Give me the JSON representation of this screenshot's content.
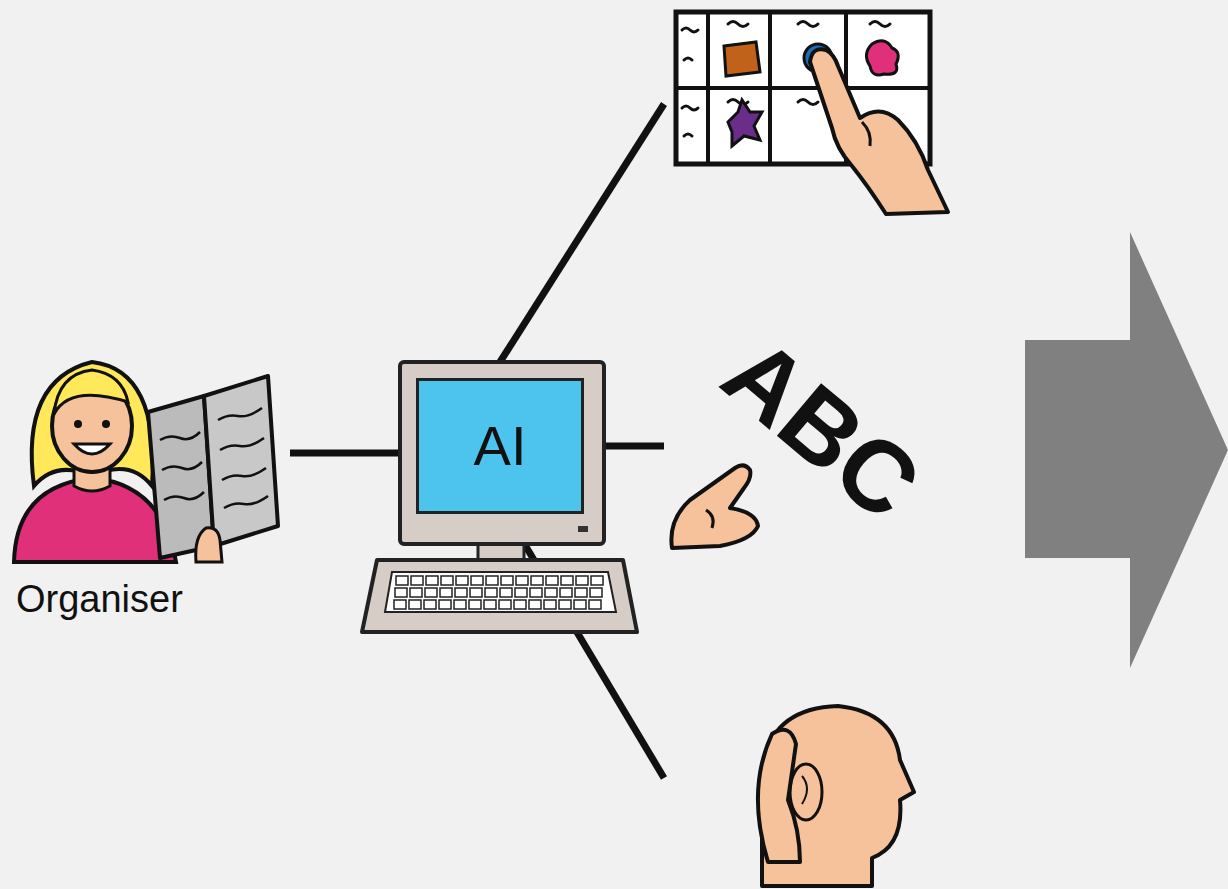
{
  "diagram": {
    "nodes": [
      {
        "text": [
          "Organiser"
        ]
      },
      {
        "text": [
          "AI"
        ]
      }
    ],
    "edges": [
      {
        "from": 0,
        "to": 1,
        "arrow": "none"
      }
    ],
    "labels": [
      "ABC"
    ]
  }
}
